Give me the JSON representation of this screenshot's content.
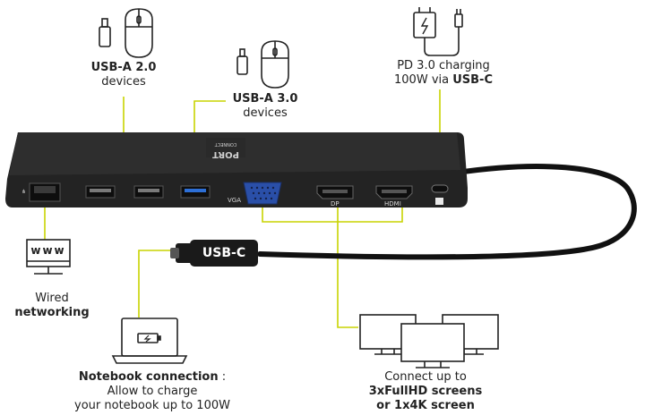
{
  "usb2": {
    "bold": "USB-A 2.0",
    "normal": "devices"
  },
  "usb3": {
    "bold": "USB-A 3.0",
    "normal": "devices"
  },
  "pd": {
    "line1": "PD 3.0 charging",
    "line2_prefix": "100W via ",
    "line2_bold": "USB-C"
  },
  "hub": {
    "brand": "PORT",
    "brand_sub": "CONNECT",
    "ports": {
      "vga": "VGA",
      "dp": "DP",
      "hdmi": "HDMI"
    }
  },
  "usbc_cable": {
    "label": "USB-C"
  },
  "network": {
    "icon_text": "www",
    "line1": "Wired",
    "line2_bold": "networking"
  },
  "notebook": {
    "bold": "Notebook connection",
    "suffix": " :",
    "line2": "Allow to  charge",
    "line3": "your notebook up to 100W"
  },
  "screens": {
    "line1": "Connect up to",
    "line2_bold": "3xFullHD screens",
    "line3_bold": "or 1x4K  screen"
  },
  "colors": {
    "accent": "#c8d400",
    "hub_body": "#232323",
    "cable": "#111111"
  }
}
